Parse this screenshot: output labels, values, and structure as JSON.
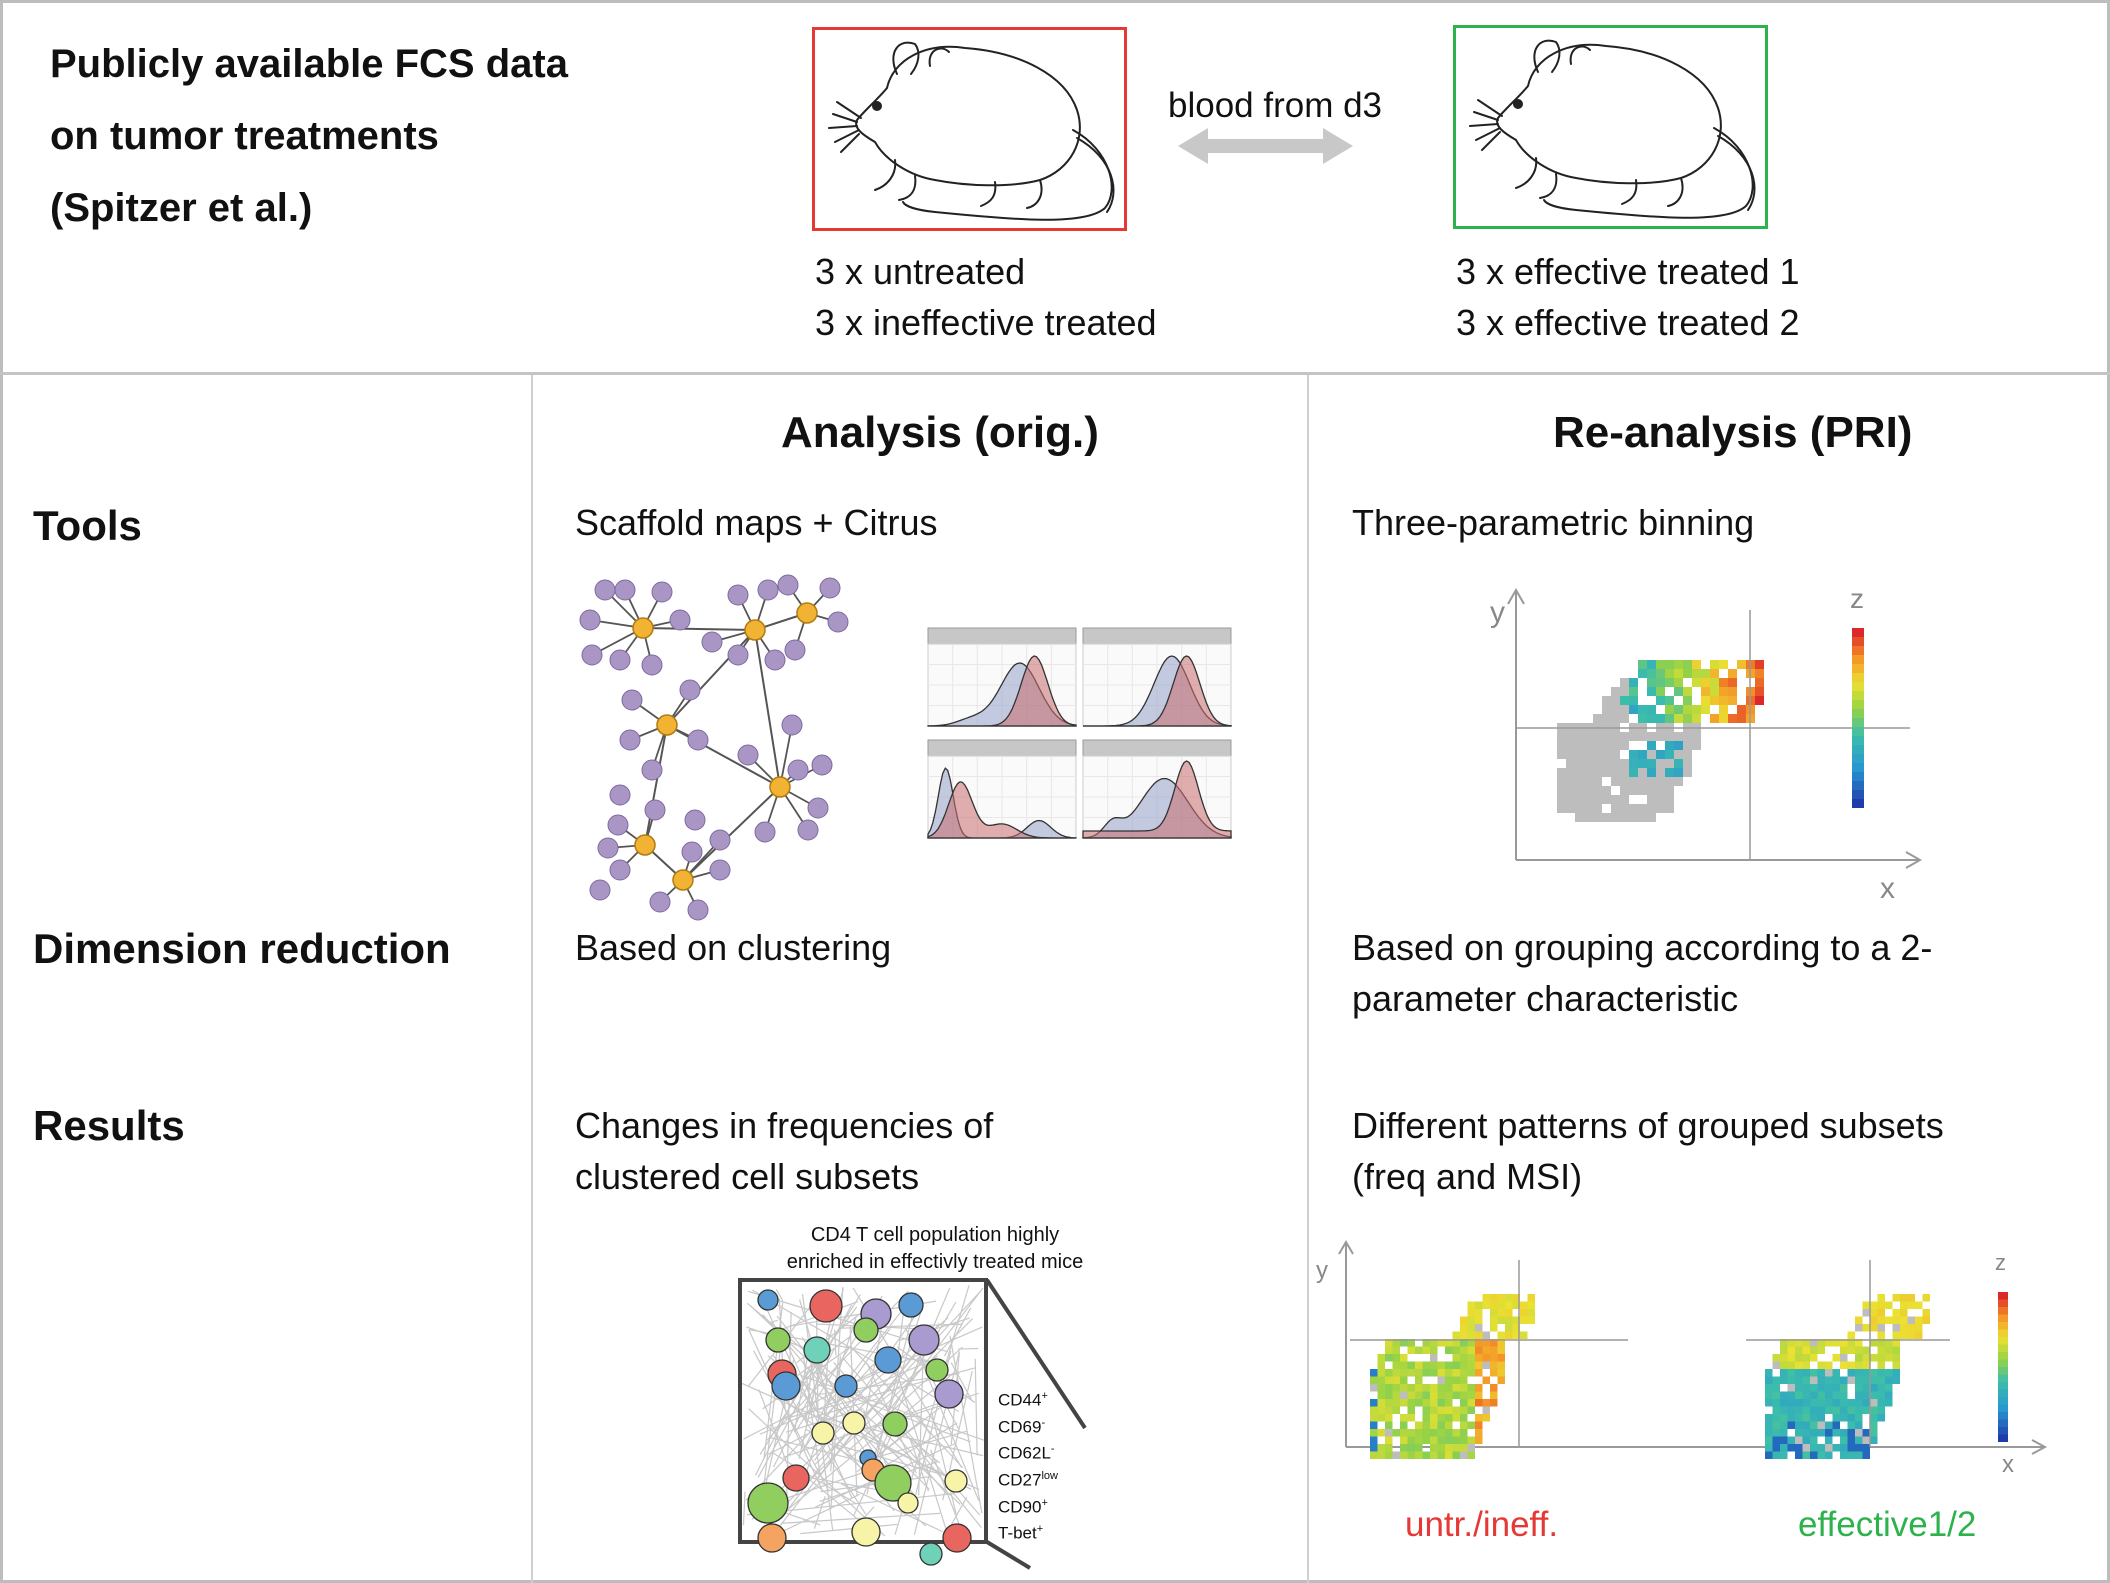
{
  "header": {
    "title_lines": [
      "Publicly available FCS data",
      "on tumor treatments",
      "(Spitzer et al.)"
    ],
    "transfer_label": "blood from d3",
    "left_group_lines": [
      "3 x untreated",
      "3 x ineffective treated"
    ],
    "right_group_lines": [
      "3 x effective treated 1",
      "3 x effective treated 2"
    ],
    "left_box_color": "#e53935",
    "right_box_color": "#2eb24b"
  },
  "columns": {
    "original": "Analysis (orig.)",
    "reanalysis": "Re-analysis (PRI)"
  },
  "rows": {
    "tools": {
      "label": "Tools",
      "original": "Scaffold maps + Citrus",
      "reanalysis": "Three-parametric binning"
    },
    "dimension_reduction": {
      "label": "Dimension reduction",
      "original": "Based on clustering",
      "reanalysis_lines": [
        "Based on grouping according to a 2-",
        "parameter characteristic"
      ]
    },
    "results": {
      "label": "Results",
      "original_lines": [
        "Changes in frequencies of",
        "clustered cell subsets"
      ],
      "reanalysis_lines": [
        "Different patterns of grouped subsets",
        "(freq and MSI)"
      ]
    }
  },
  "binning_plot": {
    "x_label": "x",
    "y_label": "y",
    "z_label": "z"
  },
  "cluster_inset": {
    "title_lines": [
      "CD4 T cell population highly",
      "enriched in effectivly treated mice"
    ],
    "markers": [
      {
        "name": "CD44",
        "sup": "+"
      },
      {
        "name": "CD69",
        "sup": "-"
      },
      {
        "name": "CD62L",
        "sup": "-"
      },
      {
        "name": "CD27",
        "sup": "low"
      },
      {
        "name": "CD90",
        "sup": "+"
      },
      {
        "name": "T-bet",
        "sup": "+"
      }
    ]
  },
  "result_plots": {
    "x_label": "x",
    "y_label": "y",
    "z_label": "z",
    "left_caption": "untr./ineff.",
    "right_caption": "effective1/2",
    "left_caption_color": "#e53935",
    "right_caption_color": "#2eb24b"
  }
}
